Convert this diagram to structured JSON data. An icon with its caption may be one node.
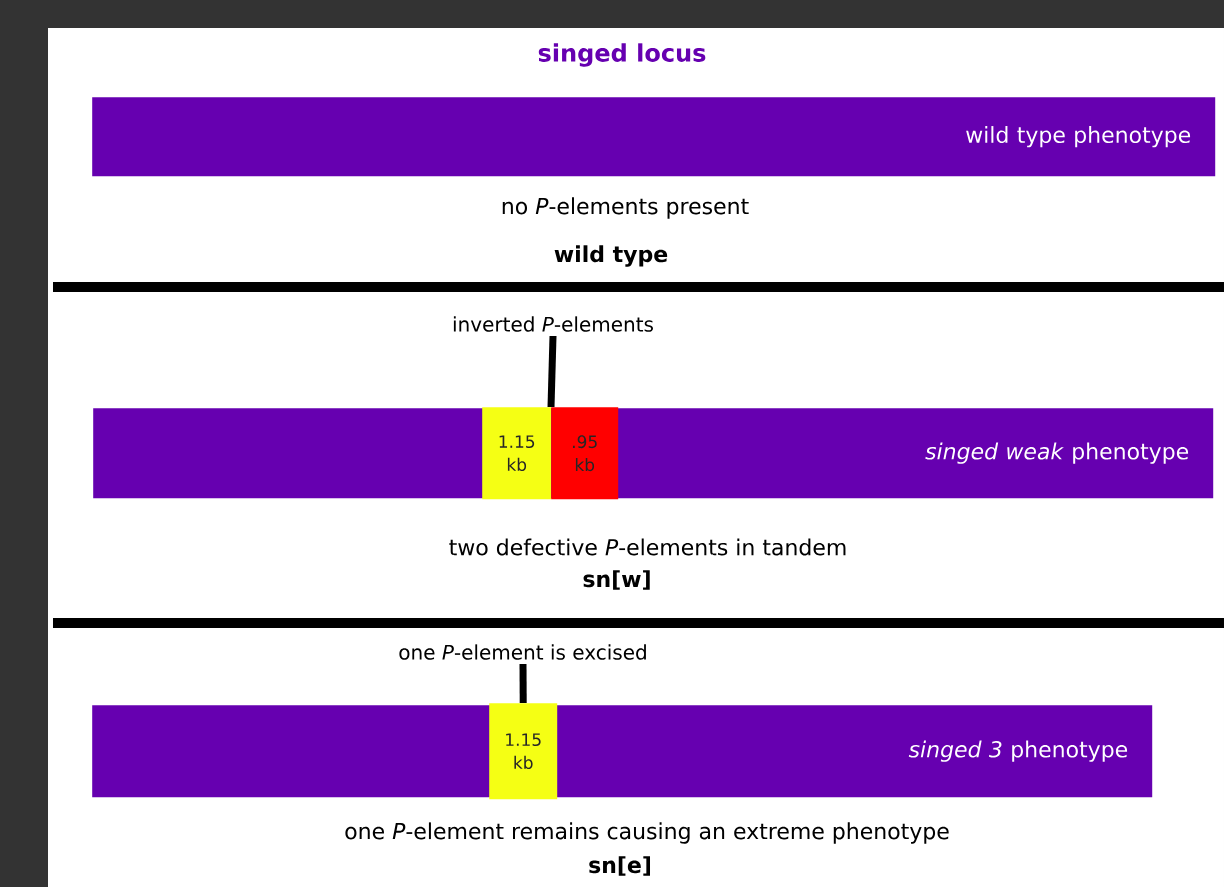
{
  "diagram": {
    "title": "singed locus",
    "nodes": [
      {
        "text": [
          "wild type phenotype"
        ]
      },
      {
        "text": [
          "inverted *P*-elements"
        ]
      },
      {
        "text": [
          "*singed weak* phenotype"
        ]
      },
      {
        "text": [
          "1.15 kb"
        ],
        "in": 2
      },
      {
        "text": [
          ".95 kb"
        ],
        "in": 2
      },
      {
        "text": [
          "one *P*-element is excised"
        ]
      },
      {
        "text": [
          "*singed 3* phenotype"
        ]
      },
      {
        "text": [
          "1.15 kb"
        ],
        "in": 6
      }
    ],
    "edges": [
      {
        "from": 1,
        "to": 4,
        "arrow": "none"
      },
      {
        "from": 5,
        "to": 7,
        "arrow": "none"
      }
    ],
    "labels": [
      "no *P*-elements present",
      "wild type",
      "two defective *P*-elements in tandem",
      "sn[w]",
      "one *P*-element remains causing an extreme phenotype",
      "sn[e]"
    ]
  }
}
